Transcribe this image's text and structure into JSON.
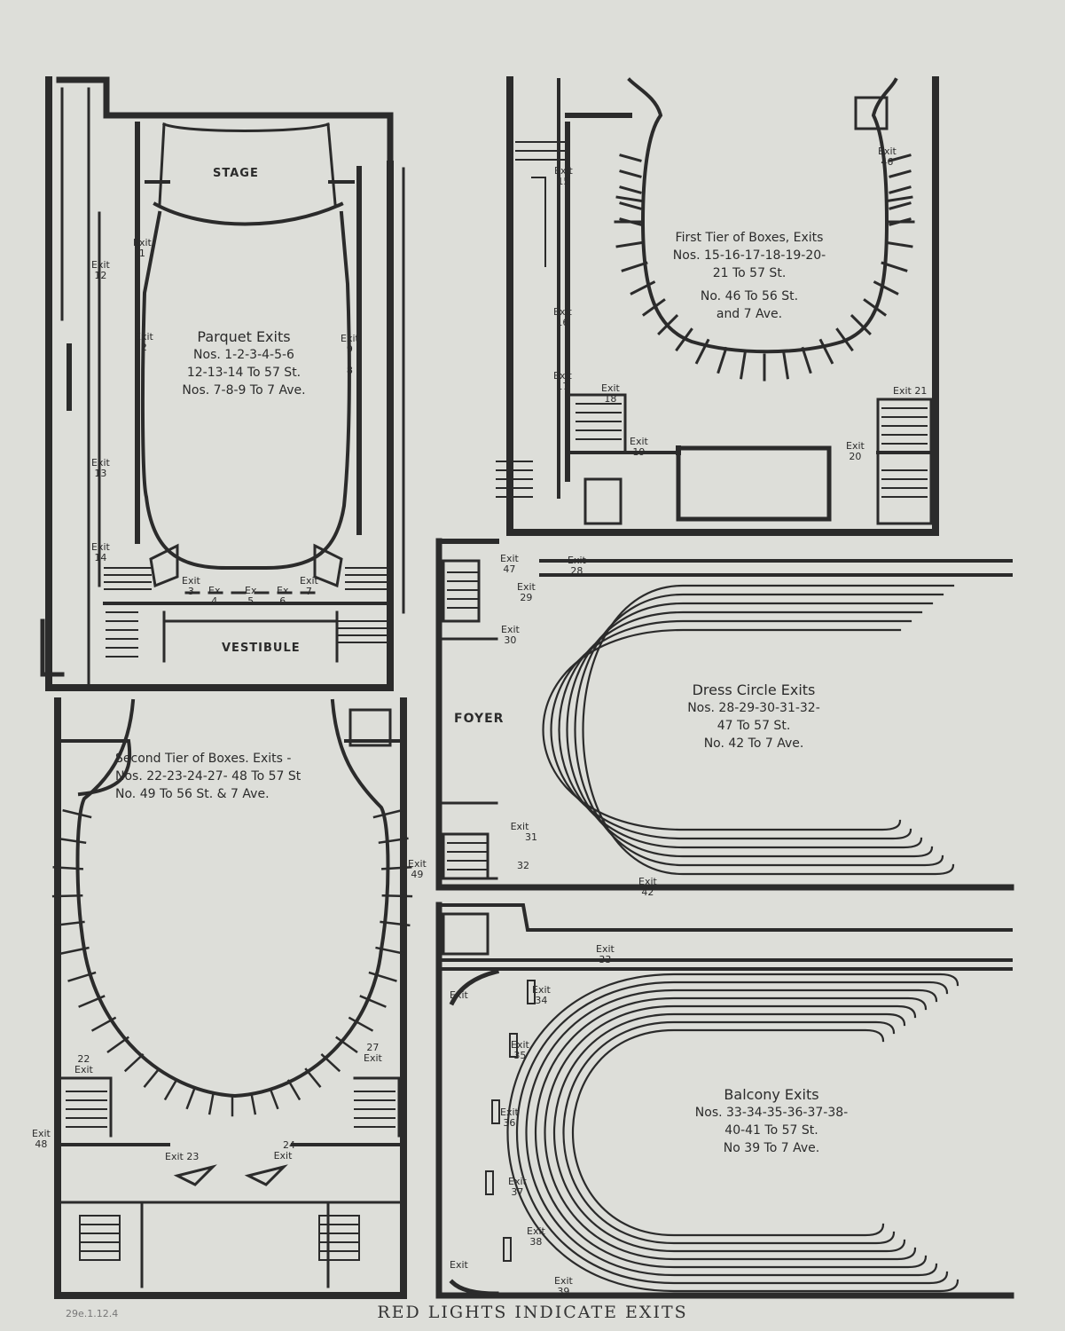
{
  "parquet": {
    "stage": "STAGE",
    "vestibule": "VESTIBULE",
    "title": "Parquet Exits",
    "line1": "Nos. 1-2-3-4-5-6",
    "line2": "12-13-14 To 57 St.",
    "line3": "Nos. 7-8-9 To 7 Ave.",
    "exits": {
      "e1": "Exit",
      "n1": "1",
      "e2": "Exit",
      "n2": "2",
      "e12": "Exit",
      "n12": "12",
      "e13": "Exit",
      "n13": "13",
      "e14": "Exit",
      "n14": "14",
      "e9": "Exit",
      "n9": "9",
      "n8": "8",
      "e3": "Exit",
      "n3": "3",
      "e4": "Ex",
      "n4": "4",
      "e5": "Ex",
      "n5": "5",
      "e6": "Ex",
      "n6": "6",
      "e7": "Exit",
      "n7": "7"
    }
  },
  "first_tier": {
    "title": "First Tier of Boxes, Exits",
    "line1": "Nos. 15-16-17-18-19-20-",
    "line2": "21 To 57 St.",
    "line3": "No. 46 To 56 St.",
    "line4": "and 7 Ave.",
    "exits": {
      "e15": "Exit",
      "n15": "15",
      "e16": "Exit",
      "n16": "16",
      "e17": "Exit",
      "n17": "17",
      "e18": "Exit",
      "n18": "18",
      "e19": "Exit",
      "n19": "19",
      "e20": "Exit",
      "n20": "20",
      "e21": "Exit 21",
      "e46": "Exit",
      "n46": "46"
    }
  },
  "dress_circle": {
    "foyer": "FOYER",
    "title": "Dress Circle Exits",
    "line1": "Nos. 28-29-30-31-32-",
    "line2": "47 To 57 St.",
    "line3": "No. 42 To 7 Ave.",
    "exits": {
      "e47": "Exit",
      "n47": "47",
      "e28": "Exit",
      "n28": "28",
      "e29": "Exit",
      "n29": "29",
      "e30": "Exit",
      "n30": "30",
      "e31": "Exit",
      "n31": "31",
      "n32": "32",
      "e42": "Exit",
      "n42": "42"
    }
  },
  "second_tier": {
    "title": "Second Tier of Boxes. Exits -",
    "line1": "Nos. 22-23-24-27- 48 To 57 St",
    "line2": "No. 49 To 56 St. & 7 Ave.",
    "exits": {
      "e49": "Exit",
      "n49": "49",
      "n27": "27",
      "e27": "Exit",
      "n22": "22",
      "e22": "Exit",
      "e48": "Exit",
      "n48": "48",
      "e23": "Exit 23",
      "n24": "24",
      "e24": "Exit"
    }
  },
  "balcony": {
    "title": "Balcony Exits",
    "line1": "Nos. 33-34-35-36-37-38-",
    "line2": "40-41 To 57 St.",
    "line3": "No 39 To 7 Ave.",
    "exits": {
      "e33": "Exit",
      "n33": "33",
      "exitA": "Exit",
      "e34": "Exit",
      "n34": "34",
      "e35": "Exit",
      "n35": "35",
      "e36": "Exit",
      "n36": "36",
      "e37": "Exit",
      "n37": "37",
      "e38": "Exit",
      "n38": "38",
      "exitB": "Exit",
      "e39": "Exit",
      "n39": "39"
    }
  },
  "footer": "RED LIGHTS INDICATE EXITS",
  "pencil_note": "29e.1.12.4",
  "colors": {
    "paper": "#ddded9",
    "ink": "#2b2b2b"
  }
}
